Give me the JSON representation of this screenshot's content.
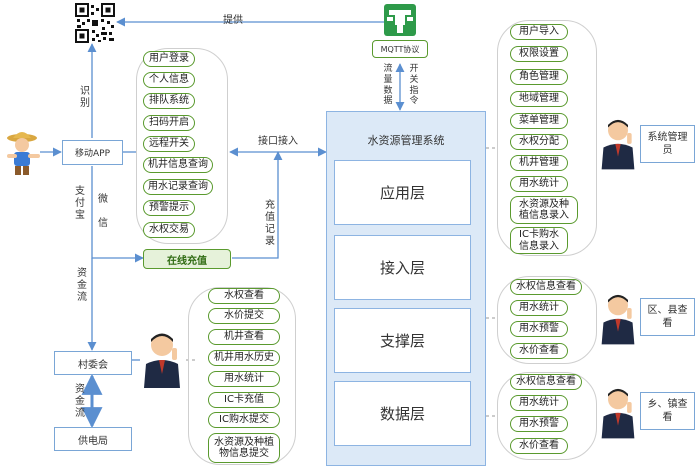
{
  "top": {
    "provide_label": "提供",
    "identify_label": "识别",
    "mqtt_label": "MQTT协议",
    "flow_data_label": "流量数据",
    "switch_cmd_label": "开关指令"
  },
  "left": {
    "mobile_app": "移动APP",
    "alipay_label": "支付宝",
    "wechat_label": "微信",
    "online_recharge": "在线充值",
    "interface_access": "接口接入",
    "recharge_record": "充值记录",
    "funds_flow_1": "资金流",
    "funds_flow_2": "资金流",
    "village_committee": "村委会",
    "power_bureau": "供电局"
  },
  "app_features": [
    "用户登录",
    "个人信息",
    "排队系统",
    "扫码开启",
    "远程开关",
    "机井信息查询",
    "用水记录查询",
    "预警提示",
    "水权交易"
  ],
  "lower_features": [
    "水权查看",
    "水价提交",
    "机井查看",
    "机井用水历史",
    "用水统计",
    "IC卡充值",
    "IC购水提交",
    "水资源及种植物信息提交"
  ],
  "system": {
    "title": "水资源管理系统",
    "layers": [
      "应用层",
      "接入层",
      "支撑层",
      "数据层"
    ]
  },
  "admin_features": [
    "用户导入",
    "权限设置",
    "角色管理",
    "地域管理",
    "菜单管理",
    "水权分配",
    "机井管理",
    "用水统计",
    "水资源及种植信息录入",
    "IC卡购水信息录入"
  ],
  "admin_label": "系统管理员",
  "district_features": [
    "水权信息查看",
    "用水统计",
    "用水预警",
    "水价查看"
  ],
  "district_label": "区、县查看",
  "town_features": [
    "水权信息查看",
    "用水统计",
    "用水预警",
    "水价查看"
  ],
  "town_label": "乡、镇查看",
  "colors": {
    "green": "#5a9a2e",
    "blue": "#5b8fd0",
    "mqtt_green": "#2e9a4a"
  },
  "icons": [
    "qr-code-icon",
    "water-valve-device-icon",
    "farmer-icon",
    "official-icon"
  ]
}
